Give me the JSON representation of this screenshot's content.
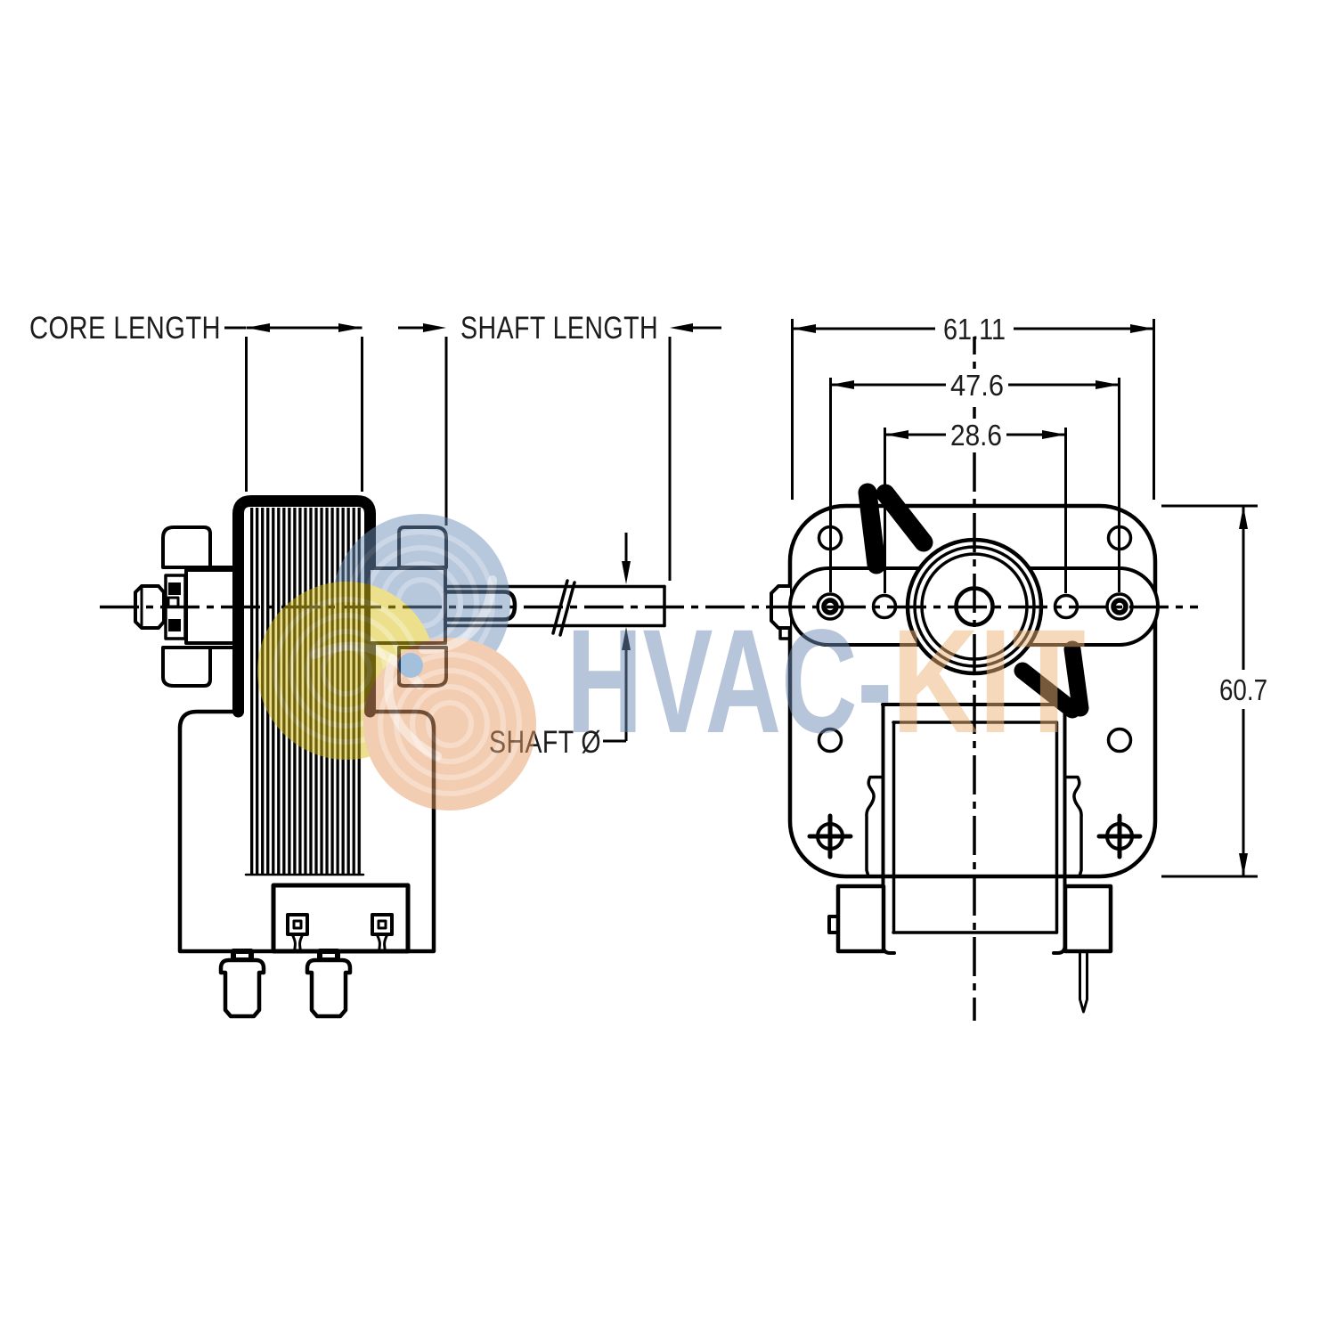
{
  "diagram": {
    "type": "technical-drawing",
    "subject": "shaded pole motor dimensional drawing",
    "background_color": "#ffffff",
    "line_color": "#000000",
    "text_color": "#1c1c1c",
    "side_view": {
      "labels": {
        "core_length": "CORE LENGTH",
        "shaft_length": "SHAFT LENGTH",
        "shaft_diameter": "SHAFT Ø"
      }
    },
    "front_view": {
      "dimensions": {
        "overall_width": "61.11",
        "mounting_hole_spacing": "47.6",
        "inner_hole_spacing": "28.6",
        "overall_height": "60.7"
      }
    },
    "watermark": {
      "brand_left": "HVAC-",
      "brand_right": "KIT",
      "brand_left_color": "#b6c5d9",
      "brand_right_color": "#f6d9b9",
      "logo_colors": {
        "yellow_blade": "#eee094",
        "blue_blade": "#b7c8dd",
        "pink_blade": "#f2cdb2",
        "center_dot": "#a3c0dd"
      }
    }
  }
}
